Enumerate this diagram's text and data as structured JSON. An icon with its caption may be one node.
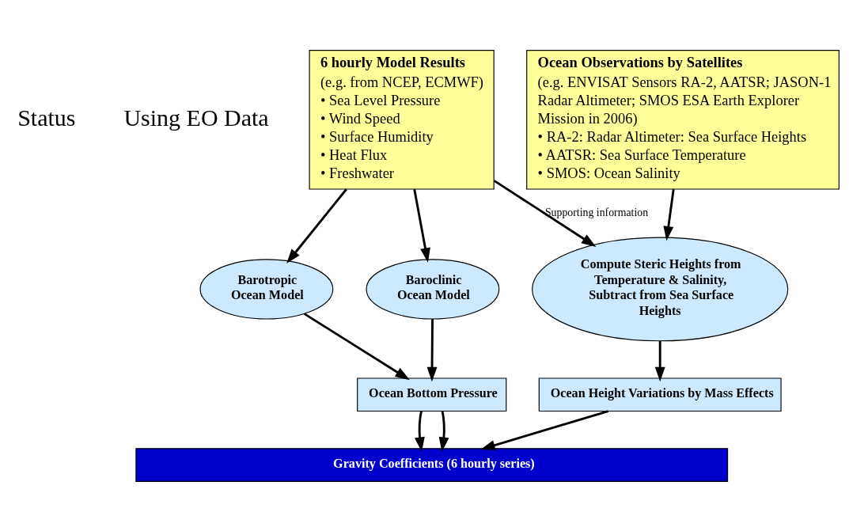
{
  "diagram": {
    "nodes": [
      {
        "text": [
          "6 hourly Model Results",
          "(e.g. from NCEP, ECMWF)",
          "• Sea Level Pressure",
          "• Wind Speed",
          "• Surface Humidity",
          "• Heat Flux",
          "• Freshwater"
        ]
      },
      {
        "text": [
          "Ocean Observations by Satellites",
          "(e.g. ENVISAT Sensors RA-2, AATSR; JASON-1 Radar Altimeter; SMOS ESA Earth Explorer Mission in 2006)",
          "• RA-2: Radar Altimeter: Sea Surface Heights",
          "• AATSR: Sea Surface Temperature",
          "• SMOS: Ocean Salinity"
        ]
      },
      {
        "text": [
          "Barotropic Ocean Model"
        ]
      },
      {
        "text": [
          "Baroclinic Ocean Model"
        ]
      },
      {
        "text": [
          "Compute Steric Heights from Temperature & Salinity, Subtract from Sea Surface Heights"
        ]
      },
      {
        "text": [
          "Ocean Bottom Pressure"
        ]
      },
      {
        "text": [
          "Ocean Height Variations by Mass Effects"
        ]
      },
      {
        "text": [
          "Gravity Coefficients (6 hourly series)"
        ]
      }
    ],
    "edges": [
      {
        "from": 0,
        "to": 2,
        "arrow": "to"
      },
      {
        "from": 0,
        "to": 3,
        "arrow": "to"
      },
      {
        "from": 0,
        "to": 4,
        "arrow": "to",
        "label": "Supporting information"
      },
      {
        "from": 1,
        "to": 4,
        "arrow": "to"
      },
      {
        "from": 2,
        "to": 5,
        "arrow": "to"
      },
      {
        "from": 3,
        "to": 5,
        "arrow": "to"
      },
      {
        "from": 4,
        "to": 6,
        "arrow": "to"
      },
      {
        "from": 5,
        "to": 7,
        "arrow": "to"
      },
      {
        "from": 5,
        "to": 7,
        "arrow": "to"
      },
      {
        "from": 6,
        "to": 7,
        "arrow": "to"
      }
    ],
    "labels": [
      "Status",
      "Using EO Data"
    ]
  }
}
